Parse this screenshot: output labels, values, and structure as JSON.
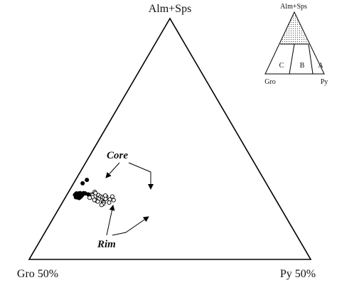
{
  "chart_data": {
    "type": "scatter",
    "subtype": "ternary",
    "vertices": {
      "top": "Alm+Sps",
      "left": "Gro 50%",
      "right": "Py 50%"
    },
    "series": [
      {
        "marker": "filled-circle",
        "color": "#000000",
        "points": [
          {
            "alm_sps": 33.0,
            "py": 4.0
          },
          {
            "alm_sps": 31.6,
            "py": 3.2
          },
          {
            "alm_sps": 27.4,
            "py": 3.1
          },
          {
            "alm_sps": 27.4,
            "py": 3.9
          },
          {
            "alm_sps": 26.8,
            "py": 2.9
          },
          {
            "alm_sps": 26.9,
            "py": 3.9
          },
          {
            "alm_sps": 27.5,
            "py": 4.4
          },
          {
            "alm_sps": 27.5,
            "py": 5.6
          },
          {
            "alm_sps": 27.4,
            "py": 6.2
          },
          {
            "alm_sps": 26.5,
            "py": 3.8
          },
          {
            "alm_sps": 26.4,
            "py": 4.6
          },
          {
            "alm_sps": 26.4,
            "py": 5.3
          },
          {
            "alm_sps": 26.0,
            "py": 5.3
          },
          {
            "alm_sps": 25.8,
            "py": 3.7
          },
          {
            "alm_sps": 25.7,
            "py": 4.4
          },
          {
            "alm_sps": 25.5,
            "py": 5.0
          },
          {
            "alm_sps": 26.7,
            "py": 5.5
          },
          {
            "alm_sps": 27.0,
            "py": 7.5
          }
        ]
      },
      {
        "marker": "open-circle",
        "color": "#000000",
        "points": [
          {
            "alm_sps": 28.0,
            "py": 9.3
          },
          {
            "alm_sps": 27.5,
            "py": 9.8
          },
          {
            "alm_sps": 27.0,
            "py": 8.8
          },
          {
            "alm_sps": 26.6,
            "py": 9.2
          },
          {
            "alm_sps": 26.1,
            "py": 10.3
          },
          {
            "alm_sps": 25.8,
            "py": 9.6
          },
          {
            "alm_sps": 25.6,
            "py": 8.7
          },
          {
            "alm_sps": 26.7,
            "py": 11.3
          },
          {
            "alm_sps": 25.4,
            "py": 11.7
          },
          {
            "alm_sps": 26.1,
            "py": 12.3
          },
          {
            "alm_sps": 25.0,
            "py": 12.2
          },
          {
            "alm_sps": 24.3,
            "py": 11.8
          },
          {
            "alm_sps": 25.8,
            "py": 13.1
          },
          {
            "alm_sps": 25.6,
            "py": 13.8
          },
          {
            "alm_sps": 26.1,
            "py": 14.3
          },
          {
            "alm_sps": 26.5,
            "py": 13.8
          },
          {
            "alm_sps": 25.1,
            "py": 14.6
          },
          {
            "alm_sps": 23.9,
            "py": 14.3
          },
          {
            "alm_sps": 23.6,
            "py": 14.7
          },
          {
            "alm_sps": 23.0,
            "py": 14.8
          },
          {
            "alm_sps": 22.6,
            "py": 14.4
          },
          {
            "alm_sps": 24.0,
            "py": 12.4
          },
          {
            "alm_sps": 24.7,
            "py": 10.8
          },
          {
            "alm_sps": 24.9,
            "py": 16.2
          },
          {
            "alm_sps": 23.6,
            "py": 16.6
          },
          {
            "alm_sps": 26.1,
            "py": 16.5
          },
          {
            "alm_sps": 24.6,
            "py": 17.7
          }
        ]
      }
    ],
    "annotations": [
      {
        "text": "Core",
        "style": "italic bold"
      },
      {
        "text": "Rim",
        "style": "italic bold"
      }
    ],
    "inset": {
      "top": "Alm+Sps",
      "left": "Gro",
      "right": "Py",
      "fields": [
        "C",
        "B",
        "A"
      ],
      "shaded_region": "top cap above 50% Alm+Sps"
    }
  }
}
